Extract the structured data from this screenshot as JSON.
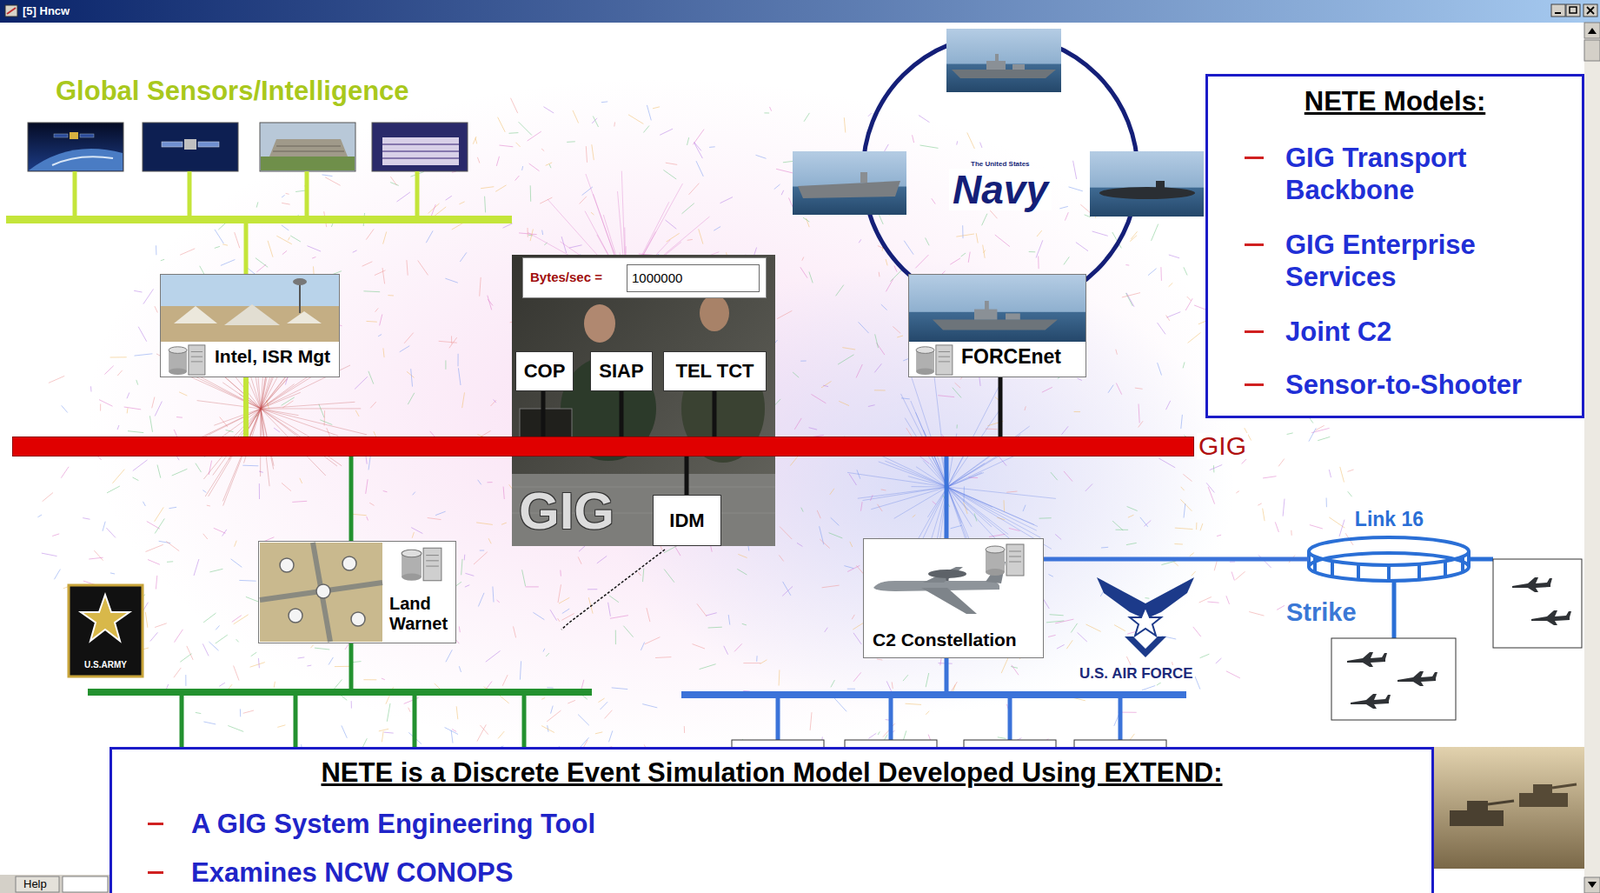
{
  "diagram": {
    "nodes": [
      {
        "text": [
          "NETE Models:",
          "GIG Transport Backbone",
          "GIG Enterprise Services",
          "Joint C2",
          "Sensor-to-Shooter"
        ]
      },
      {
        "text": [
          "Intel, ISR Mgt"
        ]
      },
      {
        "text": [
          "Bytes/sec =",
          "1000000"
        ]
      },
      {
        "text": [
          "COP"
        ]
      },
      {
        "text": [
          "SIAP"
        ]
      },
      {
        "text": [
          "TEL TCT"
        ]
      },
      {
        "text": [
          "FORCEnet"
        ]
      },
      {
        "text": [
          "GIG"
        ]
      },
      {
        "text": [
          "IDM"
        ]
      },
      {
        "text": [
          "Land Warnet"
        ]
      },
      {
        "text": [
          "C2 Constellation"
        ]
      },
      {
        "text": [
          "Link 16"
        ]
      },
      {
        "text": [
          "NETE is a Discrete Event Simulation Model Developed Using EXTEND:",
          "A GIG System Engineering Tool",
          "Examines NCW CONOPS"
        ]
      }
    ],
    "edges": [
      {
        "from": 1,
        "to": 7,
        "arrow": "none"
      },
      {
        "from": 3,
        "to": 7,
        "arrow": "none"
      },
      {
        "from": 4,
        "to": 7,
        "arrow": "none"
      },
      {
        "from": 5,
        "to": 7,
        "arrow": "none"
      },
      {
        "from": 6,
        "to": 7,
        "arrow": "none"
      },
      {
        "from": 7,
        "to": 8,
        "arrow": "none"
      },
      {
        "from": 7,
        "to": 9,
        "arrow": "none"
      },
      {
        "from": 7,
        "to": 10,
        "arrow": "none"
      },
      {
        "from": 10,
        "to": 11,
        "arrow": "none"
      }
    ],
    "labels": [
      "[5] Hncw",
      "Global Sensors/Intelligence",
      "The United States",
      "Navy",
      "GIG",
      "U.S.ARMY",
      "U.S. AIR FORCE",
      "Strike",
      "Help"
    ]
  }
}
